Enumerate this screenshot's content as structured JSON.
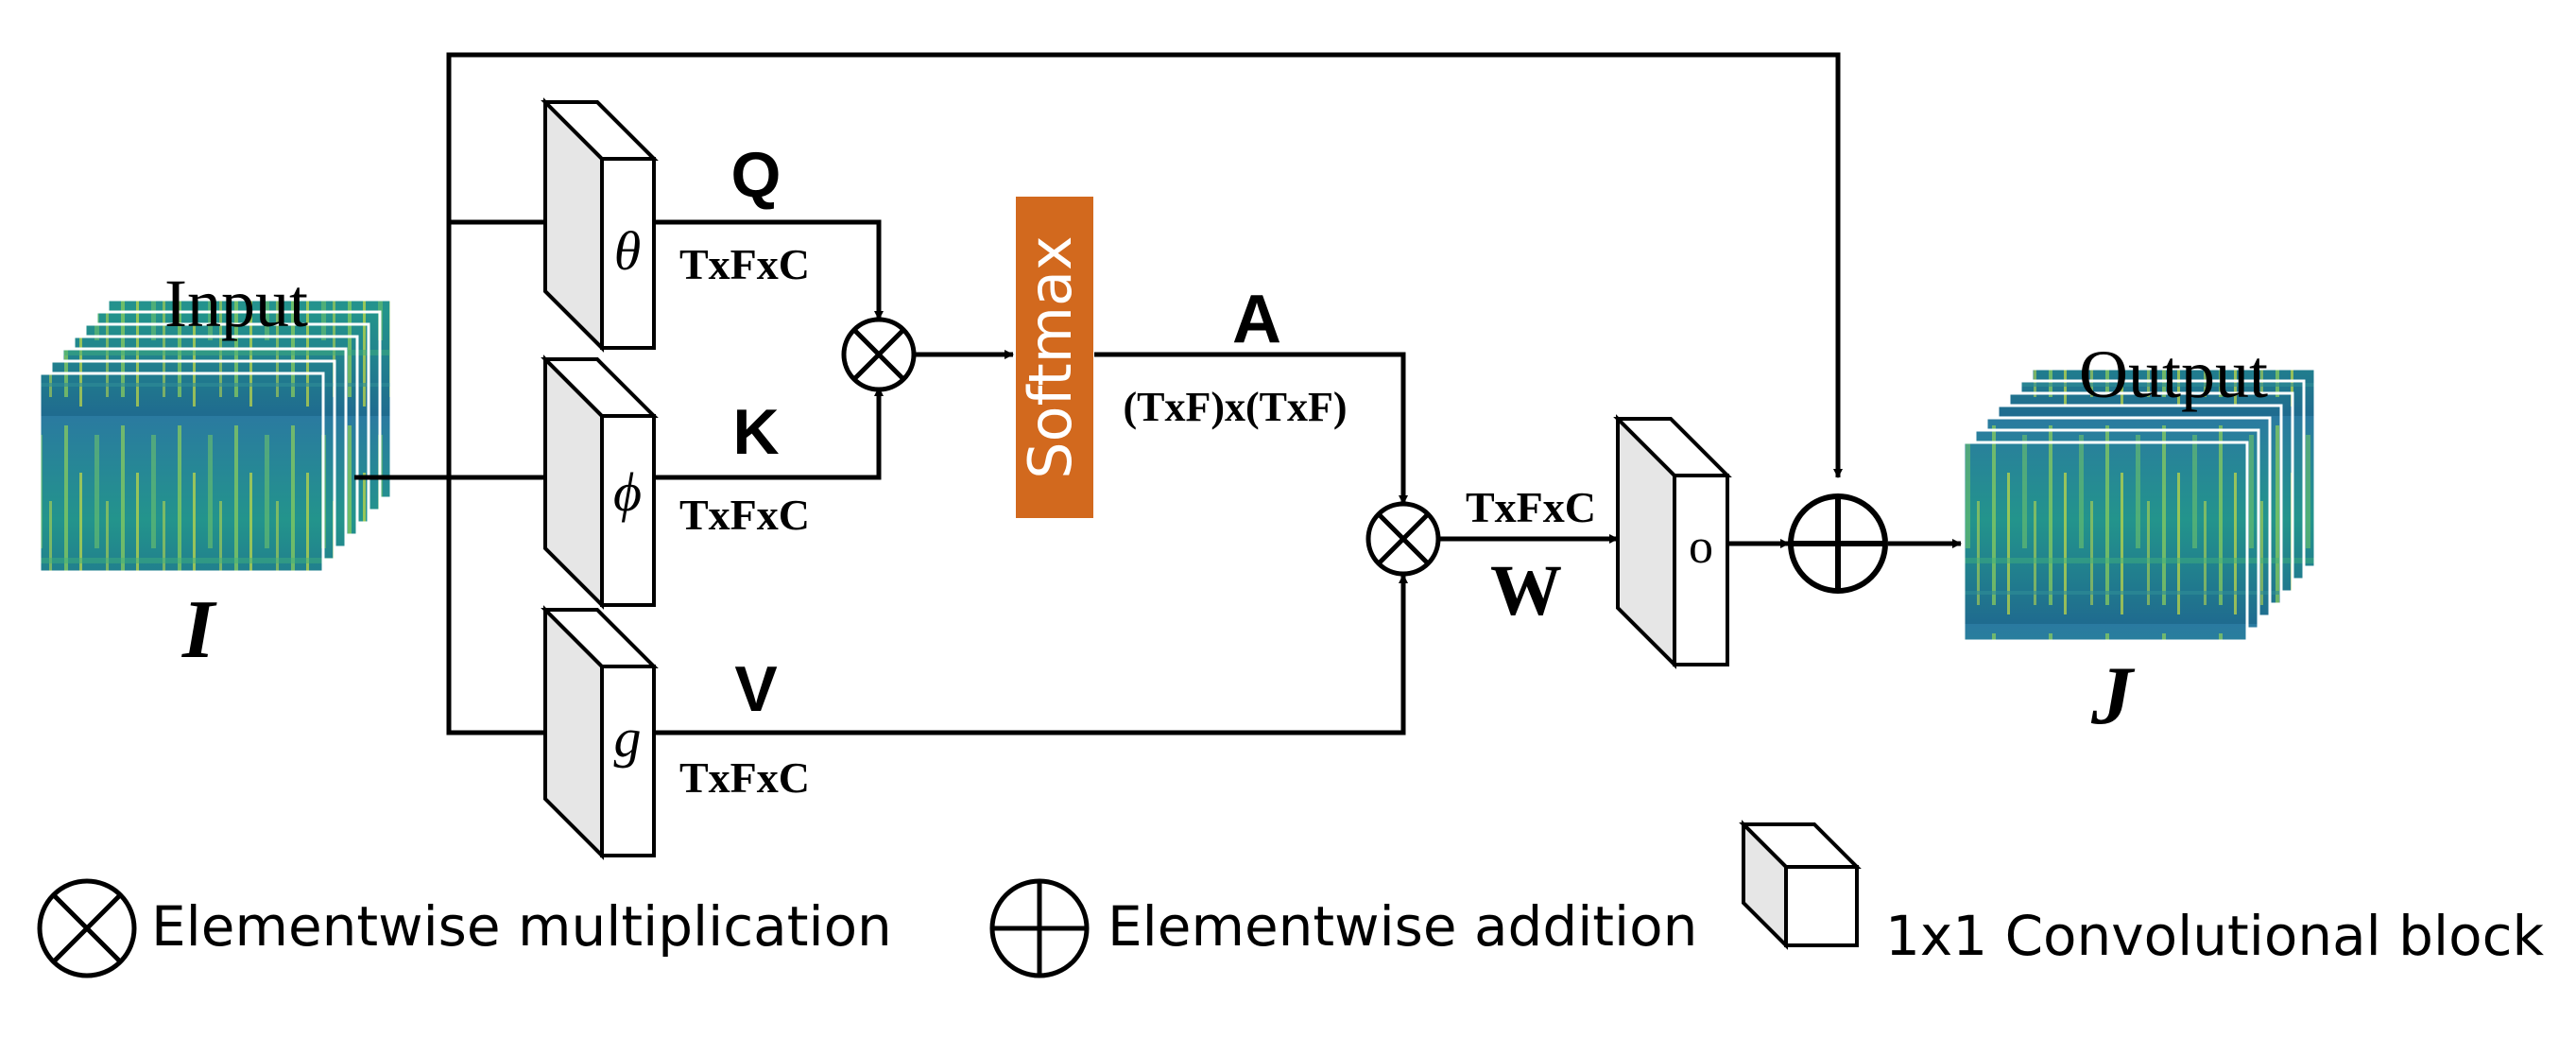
{
  "input": {
    "title": "Input",
    "symbol": "I"
  },
  "output": {
    "title": "Output",
    "symbol": "J"
  },
  "branches": {
    "q": {
      "conv_symbol": "θ",
      "label": "Q",
      "dims": "TxFxC"
    },
    "k": {
      "conv_symbol": "ϕ",
      "label": "K",
      "dims": "TxFxC"
    },
    "v": {
      "conv_symbol": "g",
      "label": "V",
      "dims": "TxFxC"
    }
  },
  "softmax": {
    "label": "Softmax",
    "color": "#d2691e"
  },
  "attention": {
    "label": "A",
    "dims": "(TxF)x(TxF)"
  },
  "weighted": {
    "label": "W",
    "dims": "TxFxC"
  },
  "output_conv": {
    "symbol": "o"
  },
  "legend": {
    "multiply": "Elementwise multiplication",
    "add": "Elementwise addition",
    "conv": "1x1 Convolutional block"
  },
  "colors": {
    "line": "#000000",
    "block_front": "#e6e6e6",
    "block_side": "#ffffff",
    "spectrogram_dark": "#1f5f8b",
    "spectrogram_mid": "#2f9e8f",
    "spectrogram_bright": "#b8d84a"
  }
}
